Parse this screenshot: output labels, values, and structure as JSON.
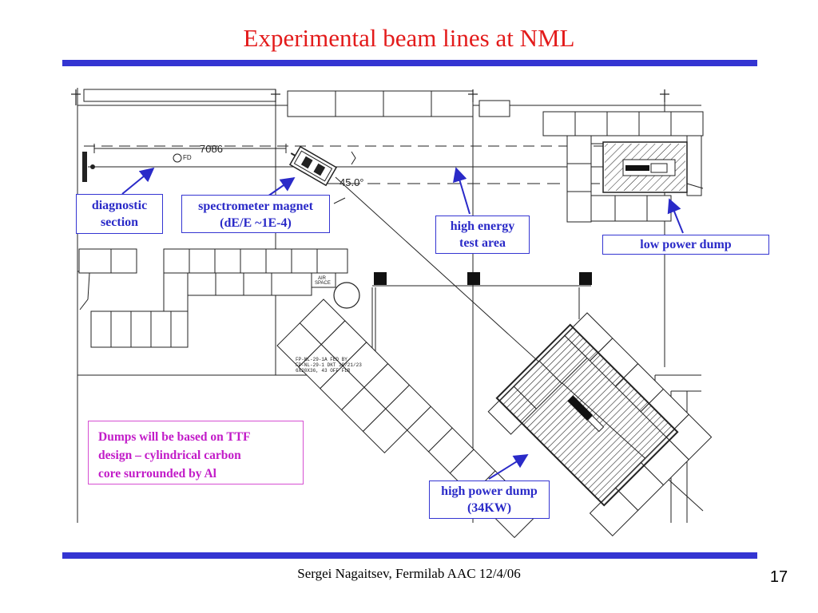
{
  "slide": {
    "title": "Experimental beam lines at NML",
    "footer": "Sergei Nagaitsev, Fermilab AAC 12/4/06",
    "page_number": "17"
  },
  "colors": {
    "title": "#e31b1b",
    "rule": "#3435d2",
    "label_text": "#2a2ac8",
    "note_text": "#c21bc8"
  },
  "drawing": {
    "dimension_label": "7086",
    "angle_label": "45.0°",
    "air_space_line1": "AIR",
    "air_space_line2": "SPACE",
    "fd_label": "FD",
    "ref_notes": [
      "FP-NL-29-1A FED BY",
      "FP-NL-29-1 DKT 19/21/23",
      "6X20X36, 43 OFF FLR"
    ]
  },
  "labels": {
    "diagnostic_line1": "diagnostic",
    "diagnostic_line2": "section",
    "spectrometer_line1": "spectrometer magnet",
    "spectrometer_line2": "(dE/E ~1E-4)",
    "high_energy_line1": "high energy",
    "high_energy_line2": "test area",
    "low_power_dump": "low power dump",
    "high_power_line1": "high power dump",
    "high_power_line2": "(34KW)"
  },
  "note": {
    "line1": "Dumps will be based on TTF",
    "line2": "design – cylindrical carbon",
    "line3": "core surrounded by Al"
  }
}
